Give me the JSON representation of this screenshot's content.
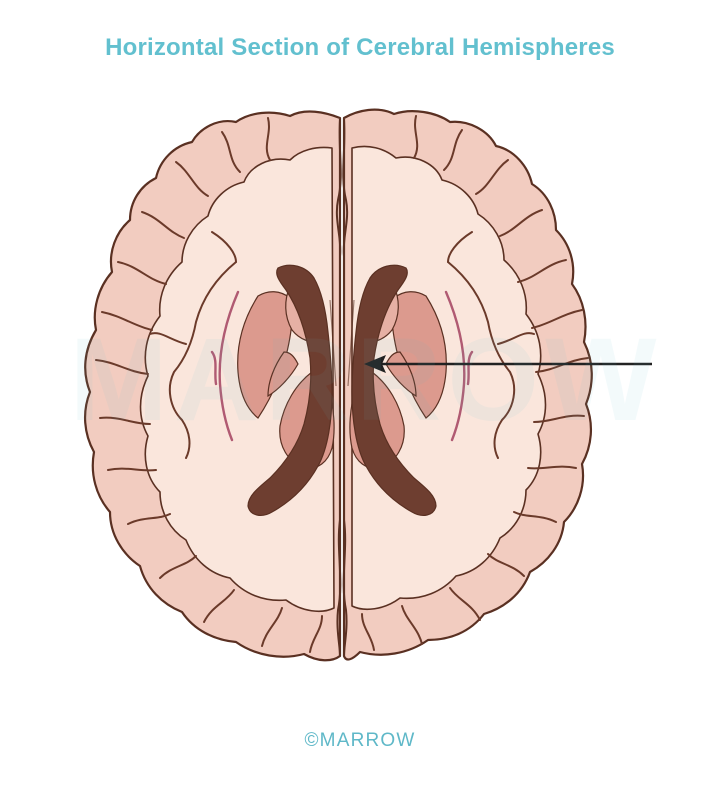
{
  "title": "Horizontal Section of Cerebral Hemispheres",
  "copyright": "©MARROW",
  "watermark": "MARROW",
  "colors": {
    "title": "#62c0cf",
    "brain_fill": "#f2ccc0",
    "white_matter": "#fae6dc",
    "outline": "#5a3022",
    "sulcus": "#6b3a2a",
    "ventricle": "#6e3e30",
    "nuclei": "#dc9a8e",
    "nuclei_light": "#e6b0a4",
    "insula_line": "#b05a72",
    "arrow": "#222222",
    "copyright": "#5fb8c8",
    "watermark": "#62c0cf"
  },
  "structures": [
    "cerebral-cortex",
    "white-matter",
    "longitudinal-fissure",
    "lateral-ventricle",
    "caudate-nucleus",
    "lentiform-nucleus",
    "thalamus",
    "internal-capsule",
    "claustrum"
  ],
  "arrow_target": "internal-capsule-genu"
}
